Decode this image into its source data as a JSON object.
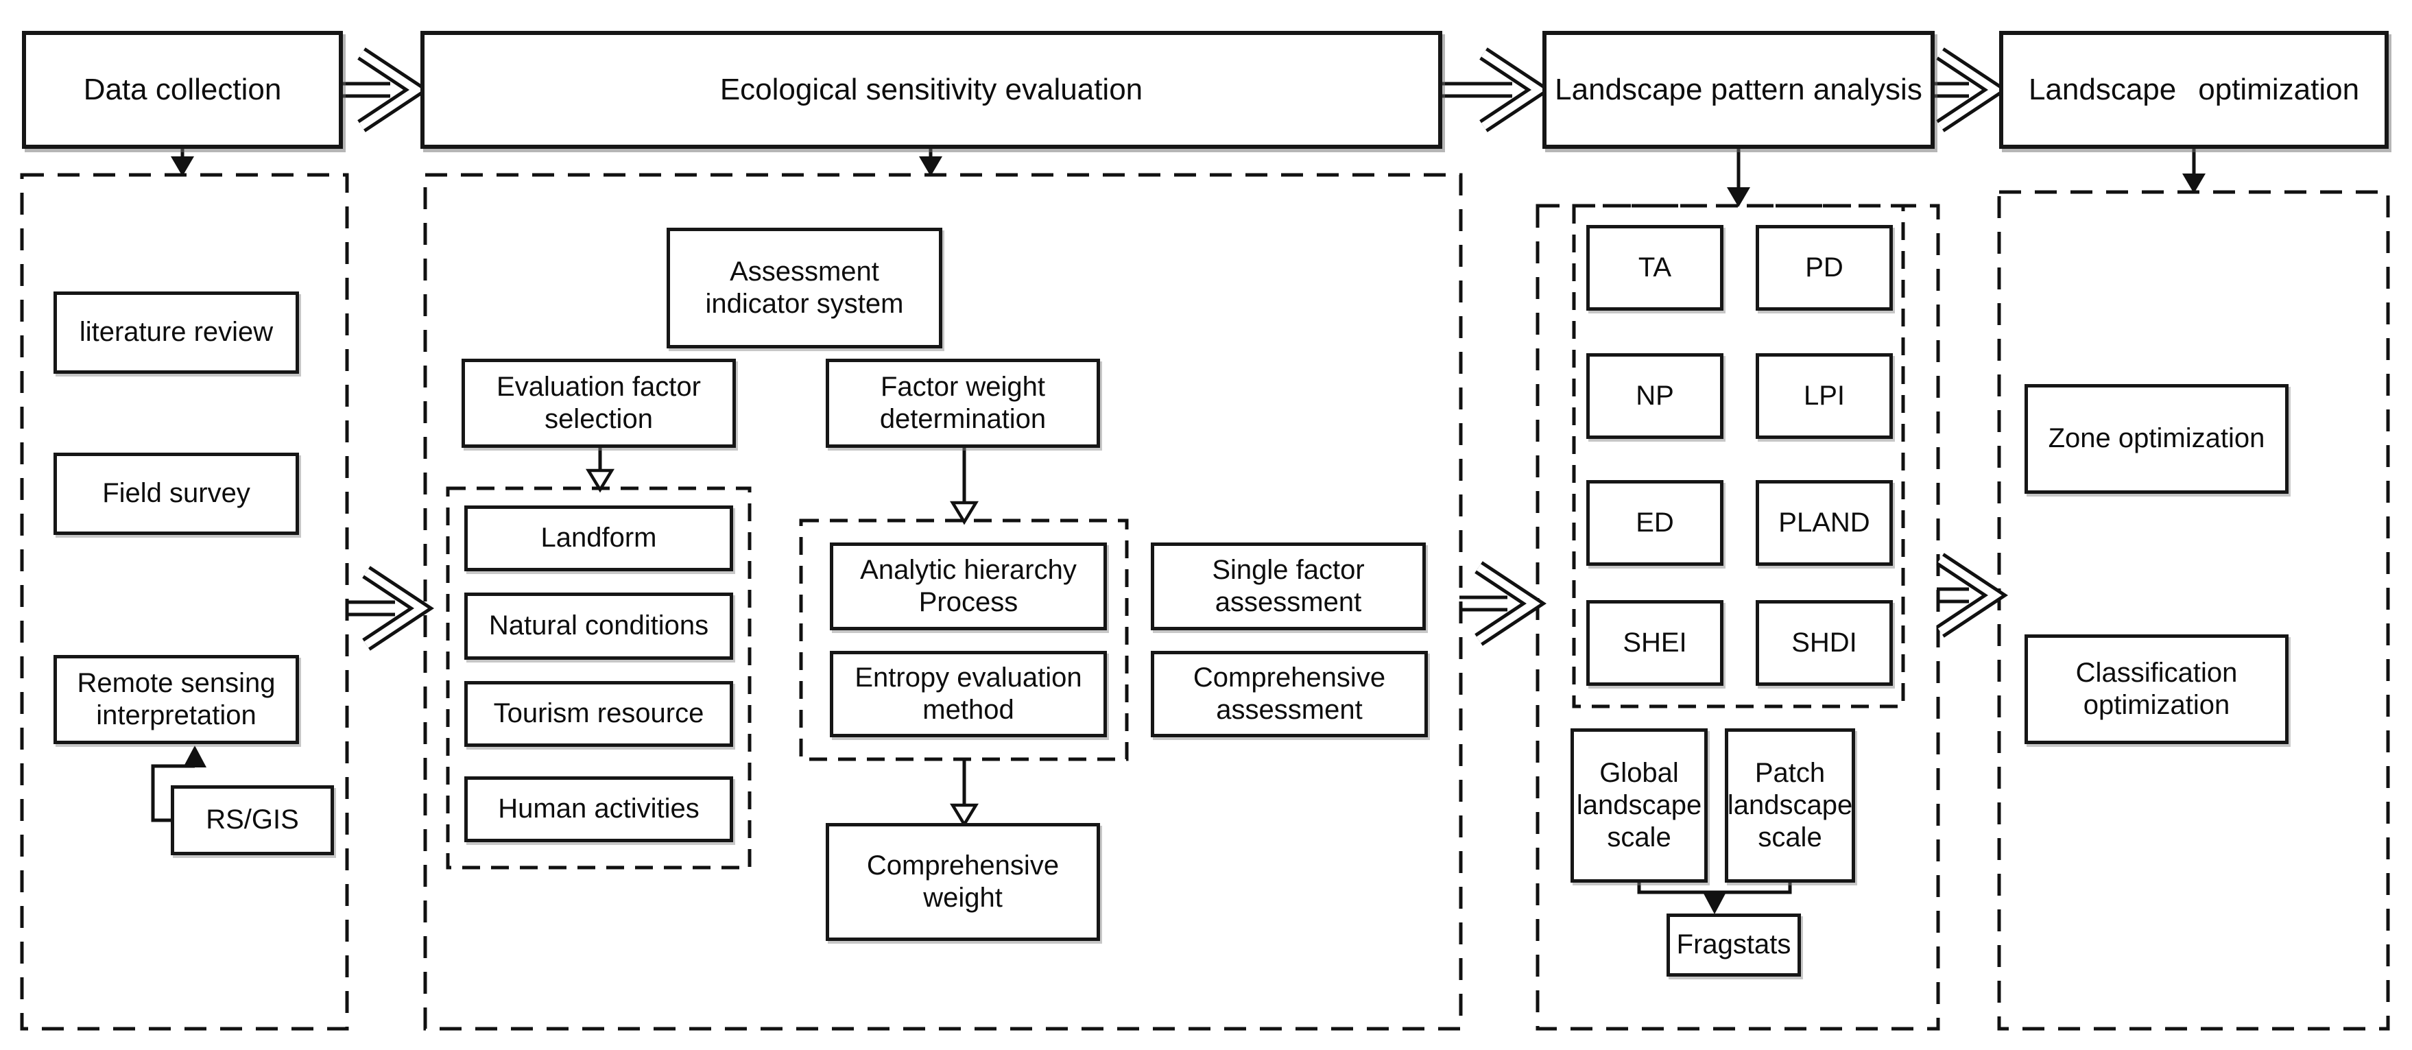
{
  "diagram": {
    "stages": {
      "data_collection": "Data collection",
      "sensitivity": "Ecological sensitivity evaluation",
      "pattern": "Landscape pattern analysis",
      "optimization": "Landscape optimization"
    },
    "data_collection": {
      "literature": "literature review",
      "field_survey": "Field survey",
      "remote_sensing": "Remote sensing interpretation",
      "rs_gis": "RS/GIS"
    },
    "sensitivity": {
      "assessment_system": "Assessment indicator system",
      "factor_selection": "Evaluation factor selection",
      "weight_determination": "Factor weight determination",
      "factors": [
        "Landform",
        "Natural conditions",
        "Tourism resource",
        "Human activities"
      ],
      "methods": [
        "Analytic hierarchy Process",
        "Entropy evaluation method"
      ],
      "assessments": [
        "Single factor assessment",
        "Comprehensive assessment"
      ],
      "comprehensive_weight": "Comprehensive weight"
    },
    "pattern": {
      "metrics": [
        "TA",
        "PD",
        "NP",
        "LPI",
        "ED",
        "PLAND",
        "SHEI",
        "SHDI"
      ],
      "scales": [
        "Global landscape scale",
        "Patch landscape scale"
      ],
      "software": "Fragstats"
    },
    "optimization": {
      "zone": "Zone optimization",
      "classification": "Classification optimization"
    }
  }
}
